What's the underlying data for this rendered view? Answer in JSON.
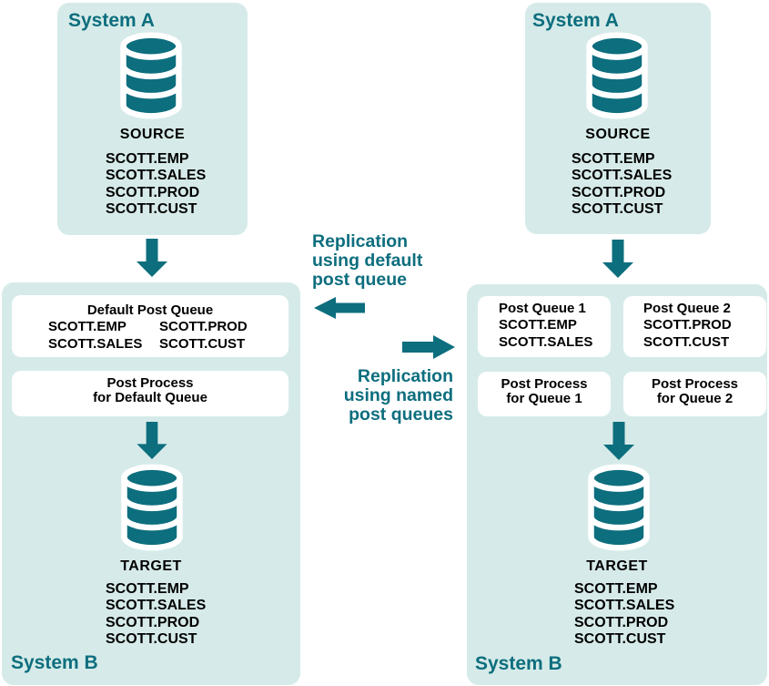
{
  "colors": {
    "teal": "#0d6e7e",
    "panel": "#d6ebe9",
    "box": "#ffffff",
    "ink": "#000000"
  },
  "left": {
    "system_a": {
      "title": "System A",
      "db_label": "SOURCE",
      "tables": [
        "SCOTT.EMP",
        "SCOTT.SALES",
        "SCOTT.PROD",
        "SCOTT.CUST"
      ]
    },
    "system_b": {
      "title": "System B",
      "queue_box": {
        "title": "Default Post Queue",
        "col1": [
          "SCOTT.EMP",
          "SCOTT.SALES"
        ],
        "col2": [
          "SCOTT.PROD",
          "SCOTT.CUST"
        ]
      },
      "process_box": {
        "line1": "Post Process",
        "line2": "for Default Queue"
      },
      "db_label": "TARGET",
      "tables": [
        "SCOTT.EMP",
        "SCOTT.SALES",
        "SCOTT.PROD",
        "SCOTT.CUST"
      ]
    }
  },
  "middle": {
    "default_flow": {
      "line1": "Replication",
      "line2": "using default",
      "line3": "post queue"
    },
    "named_flow": {
      "line1": "Replication",
      "line2": "using named",
      "line3": "post queues"
    }
  },
  "right": {
    "system_a": {
      "title": "System A",
      "db_label": "SOURCE",
      "tables": [
        "SCOTT.EMP",
        "SCOTT.SALES",
        "SCOTT.PROD",
        "SCOTT.CUST"
      ]
    },
    "system_b": {
      "title": "System B",
      "queue_box_1": {
        "title": "Post Queue 1",
        "tables": [
          "SCOTT.EMP",
          "SCOTT.SALES"
        ]
      },
      "queue_box_2": {
        "title": "Post Queue 2",
        "tables": [
          "SCOTT.PROD",
          "SCOTT.CUST"
        ]
      },
      "process_box_1": {
        "line1": "Post Process",
        "line2": "for Queue 1"
      },
      "process_box_2": {
        "line1": "Post Process",
        "line2": "for Queue 2"
      },
      "db_label": "TARGET",
      "tables": [
        "SCOTT.EMP",
        "SCOTT.SALES",
        "SCOTT.PROD",
        "SCOTT.CUST"
      ]
    }
  }
}
